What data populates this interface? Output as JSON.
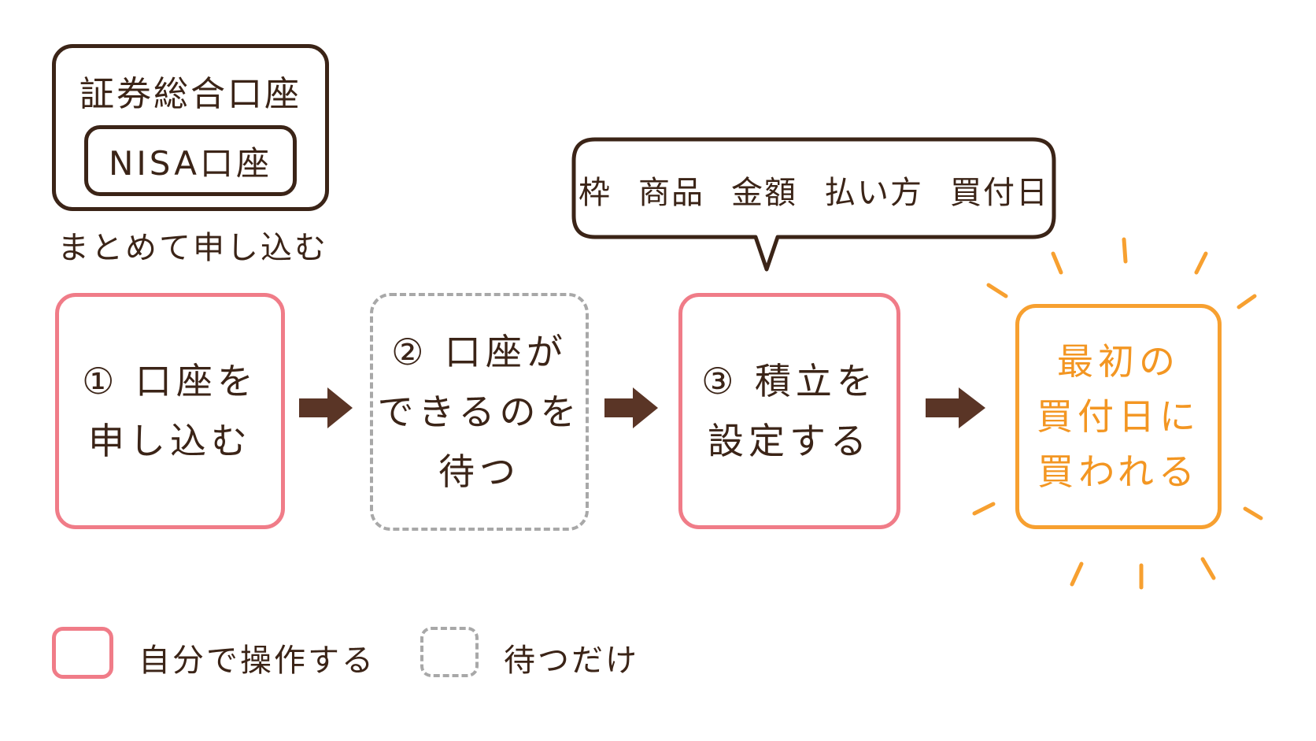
{
  "account": {
    "title": "証券総合口座",
    "inner": "NISA口座",
    "caption": "まとめて申し込む"
  },
  "bubble": {
    "items": [
      "枠",
      "商品",
      "金額",
      "払い方",
      "買付日"
    ]
  },
  "steps": [
    {
      "text": "① 口座を\n申し込む",
      "style": "self"
    },
    {
      "text": "② 口座が\nできるのを\n待つ",
      "style": "wait"
    },
    {
      "text": "③ 積立を\n設定する",
      "style": "self"
    },
    {
      "text": "最初の\n買付日に\n買われる",
      "style": "result"
    }
  ],
  "legend": {
    "self_label": "自分で操作する",
    "wait_label": "待つだけ"
  },
  "colors": {
    "ink": "#3b2417",
    "self": "#f07c88",
    "wait": "#a8a8a8",
    "result": "#f39622",
    "arrow": "#5a3526"
  },
  "icons": [
    "right-arrow-icon",
    "sunburst-icon"
  ]
}
